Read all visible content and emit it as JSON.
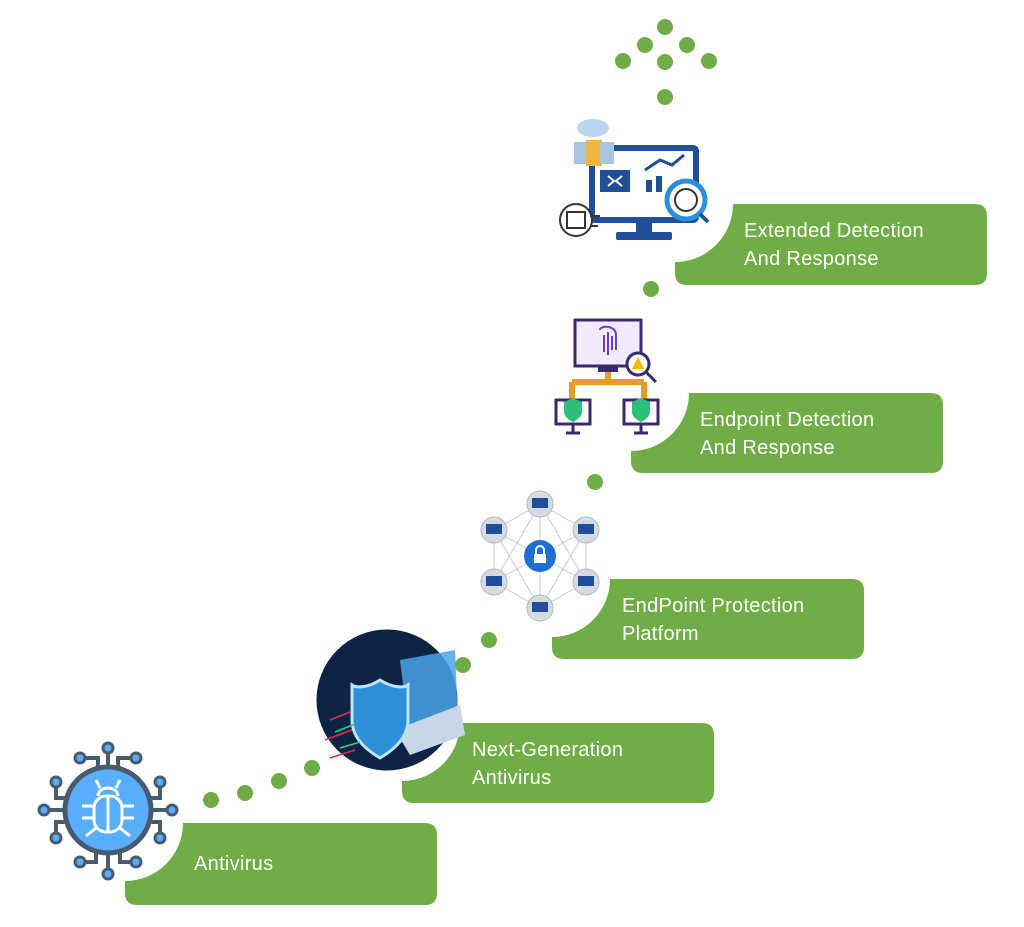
{
  "colors": {
    "step_fill": "#70ad47",
    "dot": "#70ad47",
    "icon_blue": "#1f4e9a",
    "icon_light": "#5aaeff"
  },
  "steps": [
    {
      "line1": "Antivirus",
      "line2": "",
      "icon": "bug-circuit-icon"
    },
    {
      "line1": "Next-Generation",
      "line2": "Antivirus",
      "icon": "shield-laptop-icon"
    },
    {
      "line1": "EndPoint Protection",
      "line2": "Platform",
      "icon": "network-lock-icon"
    },
    {
      "line1": "Endpoint Detection",
      "line2": "And Response",
      "icon": "fingerprint-monitor-icon"
    },
    {
      "line1": "Extended Detection",
      "line2": "And Response",
      "icon": "monitor-analytics-icon"
    }
  ]
}
